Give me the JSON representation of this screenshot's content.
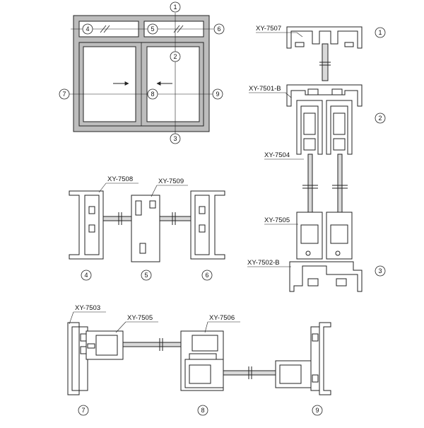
{
  "colors": {
    "stroke": "#222222",
    "frame_fill": "#bdbdbd",
    "profile_fill": "#ffffff",
    "glass": "#d9d9d9"
  },
  "window_callouts": [
    "1",
    "2",
    "3",
    "4",
    "5",
    "6",
    "7",
    "8",
    "9"
  ],
  "right_column": {
    "labels": [
      "XY-7507",
      "XY-7501-B",
      "XY-7504",
      "XY-7505",
      "XY-7502-B"
    ],
    "section_numbers": [
      "1",
      "2",
      "3"
    ]
  },
  "middle_section": {
    "labels": [
      "XY-7508",
      "XY-7509"
    ],
    "section_numbers": [
      "4",
      "5",
      "6"
    ]
  },
  "bottom_section": {
    "labels": [
      "XY-7503",
      "XY-7505",
      "XY-7506"
    ],
    "section_numbers": [
      "7",
      "8",
      "9"
    ]
  }
}
